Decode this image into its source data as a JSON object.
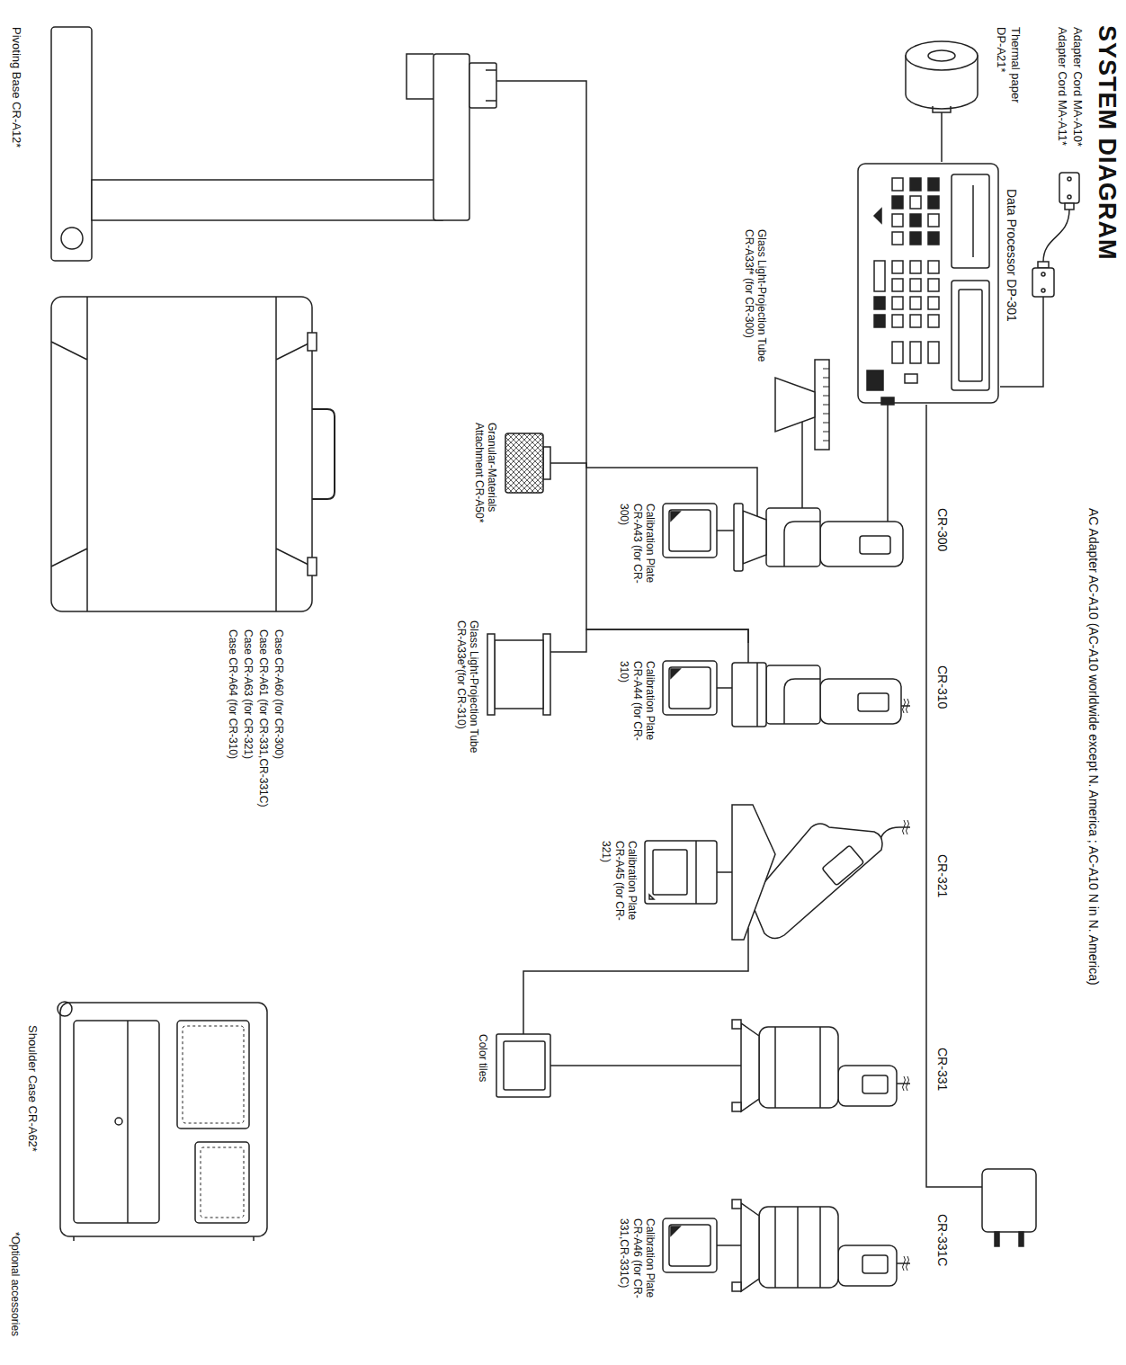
{
  "diagram": {
    "title": "SYSTEM DIAGRAM",
    "nodes": [
      {
        "text": [
          "Adapter Cord MA-A10*",
          "Adapter Cord MA-A11*"
        ]
      },
      {
        "text": [
          "Thermal paper DP-A21*"
        ]
      },
      {
        "text": [
          "Data Processor DP-301"
        ]
      },
      {
        "text": [
          "AC Adapter AC-A10 (AC-A10 worldwide except N. America ; AC-A10 N in N. America)"
        ]
      },
      {
        "text": [
          "CR-300"
        ]
      },
      {
        "text": [
          "CR-310"
        ]
      },
      {
        "text": [
          "CR-321"
        ]
      },
      {
        "text": [
          "CR-331"
        ]
      },
      {
        "text": [
          "CR-331C"
        ]
      },
      {
        "text": [
          "Glass Light-Projection Tube CR-A33f* (for CR-300)"
        ]
      },
      {
        "text": [
          "Calibration Plate CR-A43 (for CR-300)"
        ]
      },
      {
        "text": [
          "Calibration Plate CR-A44 (for CR-310)"
        ]
      },
      {
        "text": [
          "Calibration Plate CR-A45 (for CR-321)"
        ]
      },
      {
        "text": [
          "Calibration Plate CR-A46 (for CR-331,CR-331C)"
        ]
      },
      {
        "text": [
          "Granular-Materials Attachment CR-A50*"
        ]
      },
      {
        "text": [
          "Glass Light-Projection Tube CR-A33e*(for CR-310)"
        ]
      },
      {
        "text": [
          "Color tiles"
        ]
      },
      {
        "text": [
          "Pivoting Base CR-A12*"
        ]
      },
      {
        "text": [
          "Case CR-A60 (for CR-300)",
          "Case CR-A61 (for CR-331,CR-331C)",
          "Case CR-A63 (for CR-321)",
          "Case CR-A64 (for CR-310)"
        ]
      },
      {
        "text": [
          "Shoulder Case CR-A62*"
        ]
      }
    ],
    "edges": [
      {
        "from": 0,
        "to": 2,
        "arrow": "none"
      },
      {
        "from": 1,
        "to": 2,
        "arrow": "none"
      },
      {
        "from": 2,
        "to": 3,
        "arrow": "none"
      },
      {
        "from": 2,
        "to": 4,
        "arrow": "none"
      },
      {
        "from": 4,
        "to": 10,
        "arrow": "none"
      },
      {
        "from": 5,
        "to": 11,
        "arrow": "none"
      },
      {
        "from": 6,
        "to": 12,
        "arrow": "none"
      },
      {
        "from": 8,
        "to": 13,
        "arrow": "none"
      },
      {
        "from": 17,
        "to": 4,
        "arrow": "none"
      },
      {
        "from": 9,
        "to": 4,
        "arrow": "none"
      },
      {
        "from": 14,
        "to": 5,
        "arrow": "none"
      },
      {
        "from": 15,
        "to": 5,
        "arrow": "none"
      },
      {
        "from": 16,
        "to": 6,
        "arrow": "none"
      },
      {
        "from": 16,
        "to": 7,
        "arrow": "none"
      }
    ],
    "labels": [
      "*Optional accessories"
    ]
  }
}
